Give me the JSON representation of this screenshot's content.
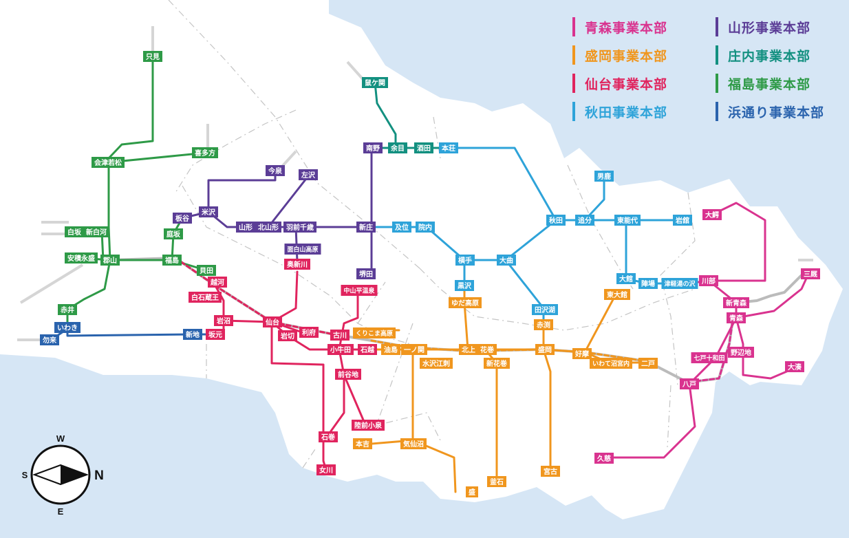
{
  "legend": [
    {
      "key": "aomori",
      "label": "青森事業本部",
      "color": "#d9338f"
    },
    {
      "key": "yamagata",
      "label": "山形事業本部",
      "color": "#5b3d96"
    },
    {
      "key": "morioka",
      "label": "盛岡事業本部",
      "color": "#f0961e"
    },
    {
      "key": "shonai",
      "label": "庄内事業本部",
      "color": "#139080"
    },
    {
      "key": "sendai",
      "label": "仙台事業本部",
      "color": "#e0245e"
    },
    {
      "key": "fukushima",
      "label": "福島事業本部",
      "color": "#2e9a47"
    },
    {
      "key": "akita",
      "label": "秋田事業本部",
      "color": "#2ea3d9"
    },
    {
      "key": "hamadori",
      "label": "浜通り事業本部",
      "color": "#2a63ad"
    }
  ],
  "colors": {
    "aomori": "#d9338f",
    "yamagata": "#5b3d96",
    "morioka": "#f0961e",
    "shonai": "#139080",
    "sendai": "#e0245e",
    "fukushima": "#2e9a47",
    "akita": "#2ea3d9",
    "hamadori": "#2a63ad"
  },
  "compass": {
    "top": "W",
    "left": "S",
    "right": "N",
    "bottom": "E"
  },
  "stations": [
    {
      "name": "只見",
      "d": "fukushima"
    },
    {
      "name": "喜多方",
      "d": "fukushima"
    },
    {
      "name": "会津若松",
      "d": "fukushima"
    },
    {
      "name": "白坂",
      "d": "fukushima"
    },
    {
      "name": "新白河",
      "d": "fukushima"
    },
    {
      "name": "安積永盛",
      "d": "fukushima"
    },
    {
      "name": "郡山",
      "d": "fukushima"
    },
    {
      "name": "福島",
      "d": "fukushima"
    },
    {
      "name": "庭坂",
      "d": "fukushima"
    },
    {
      "name": "貝田",
      "d": "fukushima"
    },
    {
      "name": "赤井",
      "d": "fukushima"
    },
    {
      "name": "いわき",
      "d": "hamadori"
    },
    {
      "name": "勿来",
      "d": "hamadori"
    },
    {
      "name": "新地",
      "d": "hamadori"
    },
    {
      "name": "今泉",
      "d": "yamagata"
    },
    {
      "name": "左沢",
      "d": "yamagata"
    },
    {
      "name": "米沢",
      "d": "yamagata"
    },
    {
      "name": "板谷",
      "d": "yamagata"
    },
    {
      "name": "山形",
      "d": "yamagata"
    },
    {
      "name": "北山形",
      "d": "yamagata"
    },
    {
      "name": "羽前千歳",
      "d": "yamagata"
    },
    {
      "name": "面白山高原",
      "d": "yamagata"
    },
    {
      "name": "新庄",
      "d": "yamagata"
    },
    {
      "name": "南野",
      "d": "yamagata"
    },
    {
      "name": "堺田",
      "d": "yamagata"
    },
    {
      "name": "鼠ケ関",
      "d": "shonai"
    },
    {
      "name": "余目",
      "d": "shonai"
    },
    {
      "name": "酒田",
      "d": "shonai"
    },
    {
      "name": "本荘",
      "d": "akita"
    },
    {
      "name": "及位",
      "d": "akita"
    },
    {
      "name": "院内",
      "d": "akita"
    },
    {
      "name": "横手",
      "d": "akita"
    },
    {
      "name": "大曲",
      "d": "akita"
    },
    {
      "name": "秋田",
      "d": "akita"
    },
    {
      "name": "追分",
      "d": "akita"
    },
    {
      "name": "男鹿",
      "d": "akita"
    },
    {
      "name": "東能代",
      "d": "akita"
    },
    {
      "name": "岩舘",
      "d": "akita"
    },
    {
      "name": "大館",
      "d": "akita"
    },
    {
      "name": "陣場",
      "d": "akita"
    },
    {
      "name": "津軽湯の沢",
      "d": "akita"
    },
    {
      "name": "黒沢",
      "d": "akita"
    },
    {
      "name": "田沢湖",
      "d": "akita"
    },
    {
      "name": "越河",
      "d": "sendai"
    },
    {
      "name": "白石蔵王",
      "d": "sendai"
    },
    {
      "name": "岩沼",
      "d": "sendai"
    },
    {
      "name": "坂元",
      "d": "sendai"
    },
    {
      "name": "奥新川",
      "d": "sendai"
    },
    {
      "name": "仙台",
      "d": "sendai"
    },
    {
      "name": "利府",
      "d": "sendai"
    },
    {
      "name": "岩切",
      "d": "sendai"
    },
    {
      "name": "中山平温泉",
      "d": "sendai"
    },
    {
      "name": "古川",
      "d": "sendai"
    },
    {
      "name": "小牛田",
      "d": "sendai"
    },
    {
      "name": "石越",
      "d": "sendai"
    },
    {
      "name": "前谷地",
      "d": "sendai"
    },
    {
      "name": "陸前小泉",
      "d": "sendai"
    },
    {
      "name": "石巻",
      "d": "sendai"
    },
    {
      "name": "女川",
      "d": "sendai"
    },
    {
      "name": "くりこま高原",
      "d": "morioka"
    },
    {
      "name": "油島",
      "d": "morioka"
    },
    {
      "name": "一ノ関",
      "d": "morioka"
    },
    {
      "name": "水沢江刺",
      "d": "morioka"
    },
    {
      "name": "ゆだ高原",
      "d": "morioka"
    },
    {
      "name": "北上",
      "d": "morioka"
    },
    {
      "name": "花巻",
      "d": "morioka"
    },
    {
      "name": "新花巻",
      "d": "morioka"
    },
    {
      "name": "赤渕",
      "d": "morioka"
    },
    {
      "name": "盛岡",
      "d": "morioka"
    },
    {
      "name": "好摩",
      "d": "morioka"
    },
    {
      "name": "いわて沼宮内",
      "d": "morioka"
    },
    {
      "name": "二戸",
      "d": "morioka"
    },
    {
      "name": "東大館",
      "d": "morioka"
    },
    {
      "name": "本吉",
      "d": "morioka"
    },
    {
      "name": "気仙沼",
      "d": "morioka"
    },
    {
      "name": "盛",
      "d": "morioka"
    },
    {
      "name": "釜石",
      "d": "morioka"
    },
    {
      "name": "宮古",
      "d": "morioka"
    },
    {
      "name": "大鰐",
      "d": "aomori"
    },
    {
      "name": "川部",
      "d": "aomori"
    },
    {
      "name": "新青森",
      "d": "aomori"
    },
    {
      "name": "青森",
      "d": "aomori"
    },
    {
      "name": "三厩",
      "d": "aomori"
    },
    {
      "name": "七戸十和田",
      "d": "aomori"
    },
    {
      "name": "野辺地",
      "d": "aomori"
    },
    {
      "name": "大湊",
      "d": "aomori"
    },
    {
      "name": "八戸",
      "d": "aomori"
    },
    {
      "name": "久慈",
      "d": "aomori"
    }
  ]
}
